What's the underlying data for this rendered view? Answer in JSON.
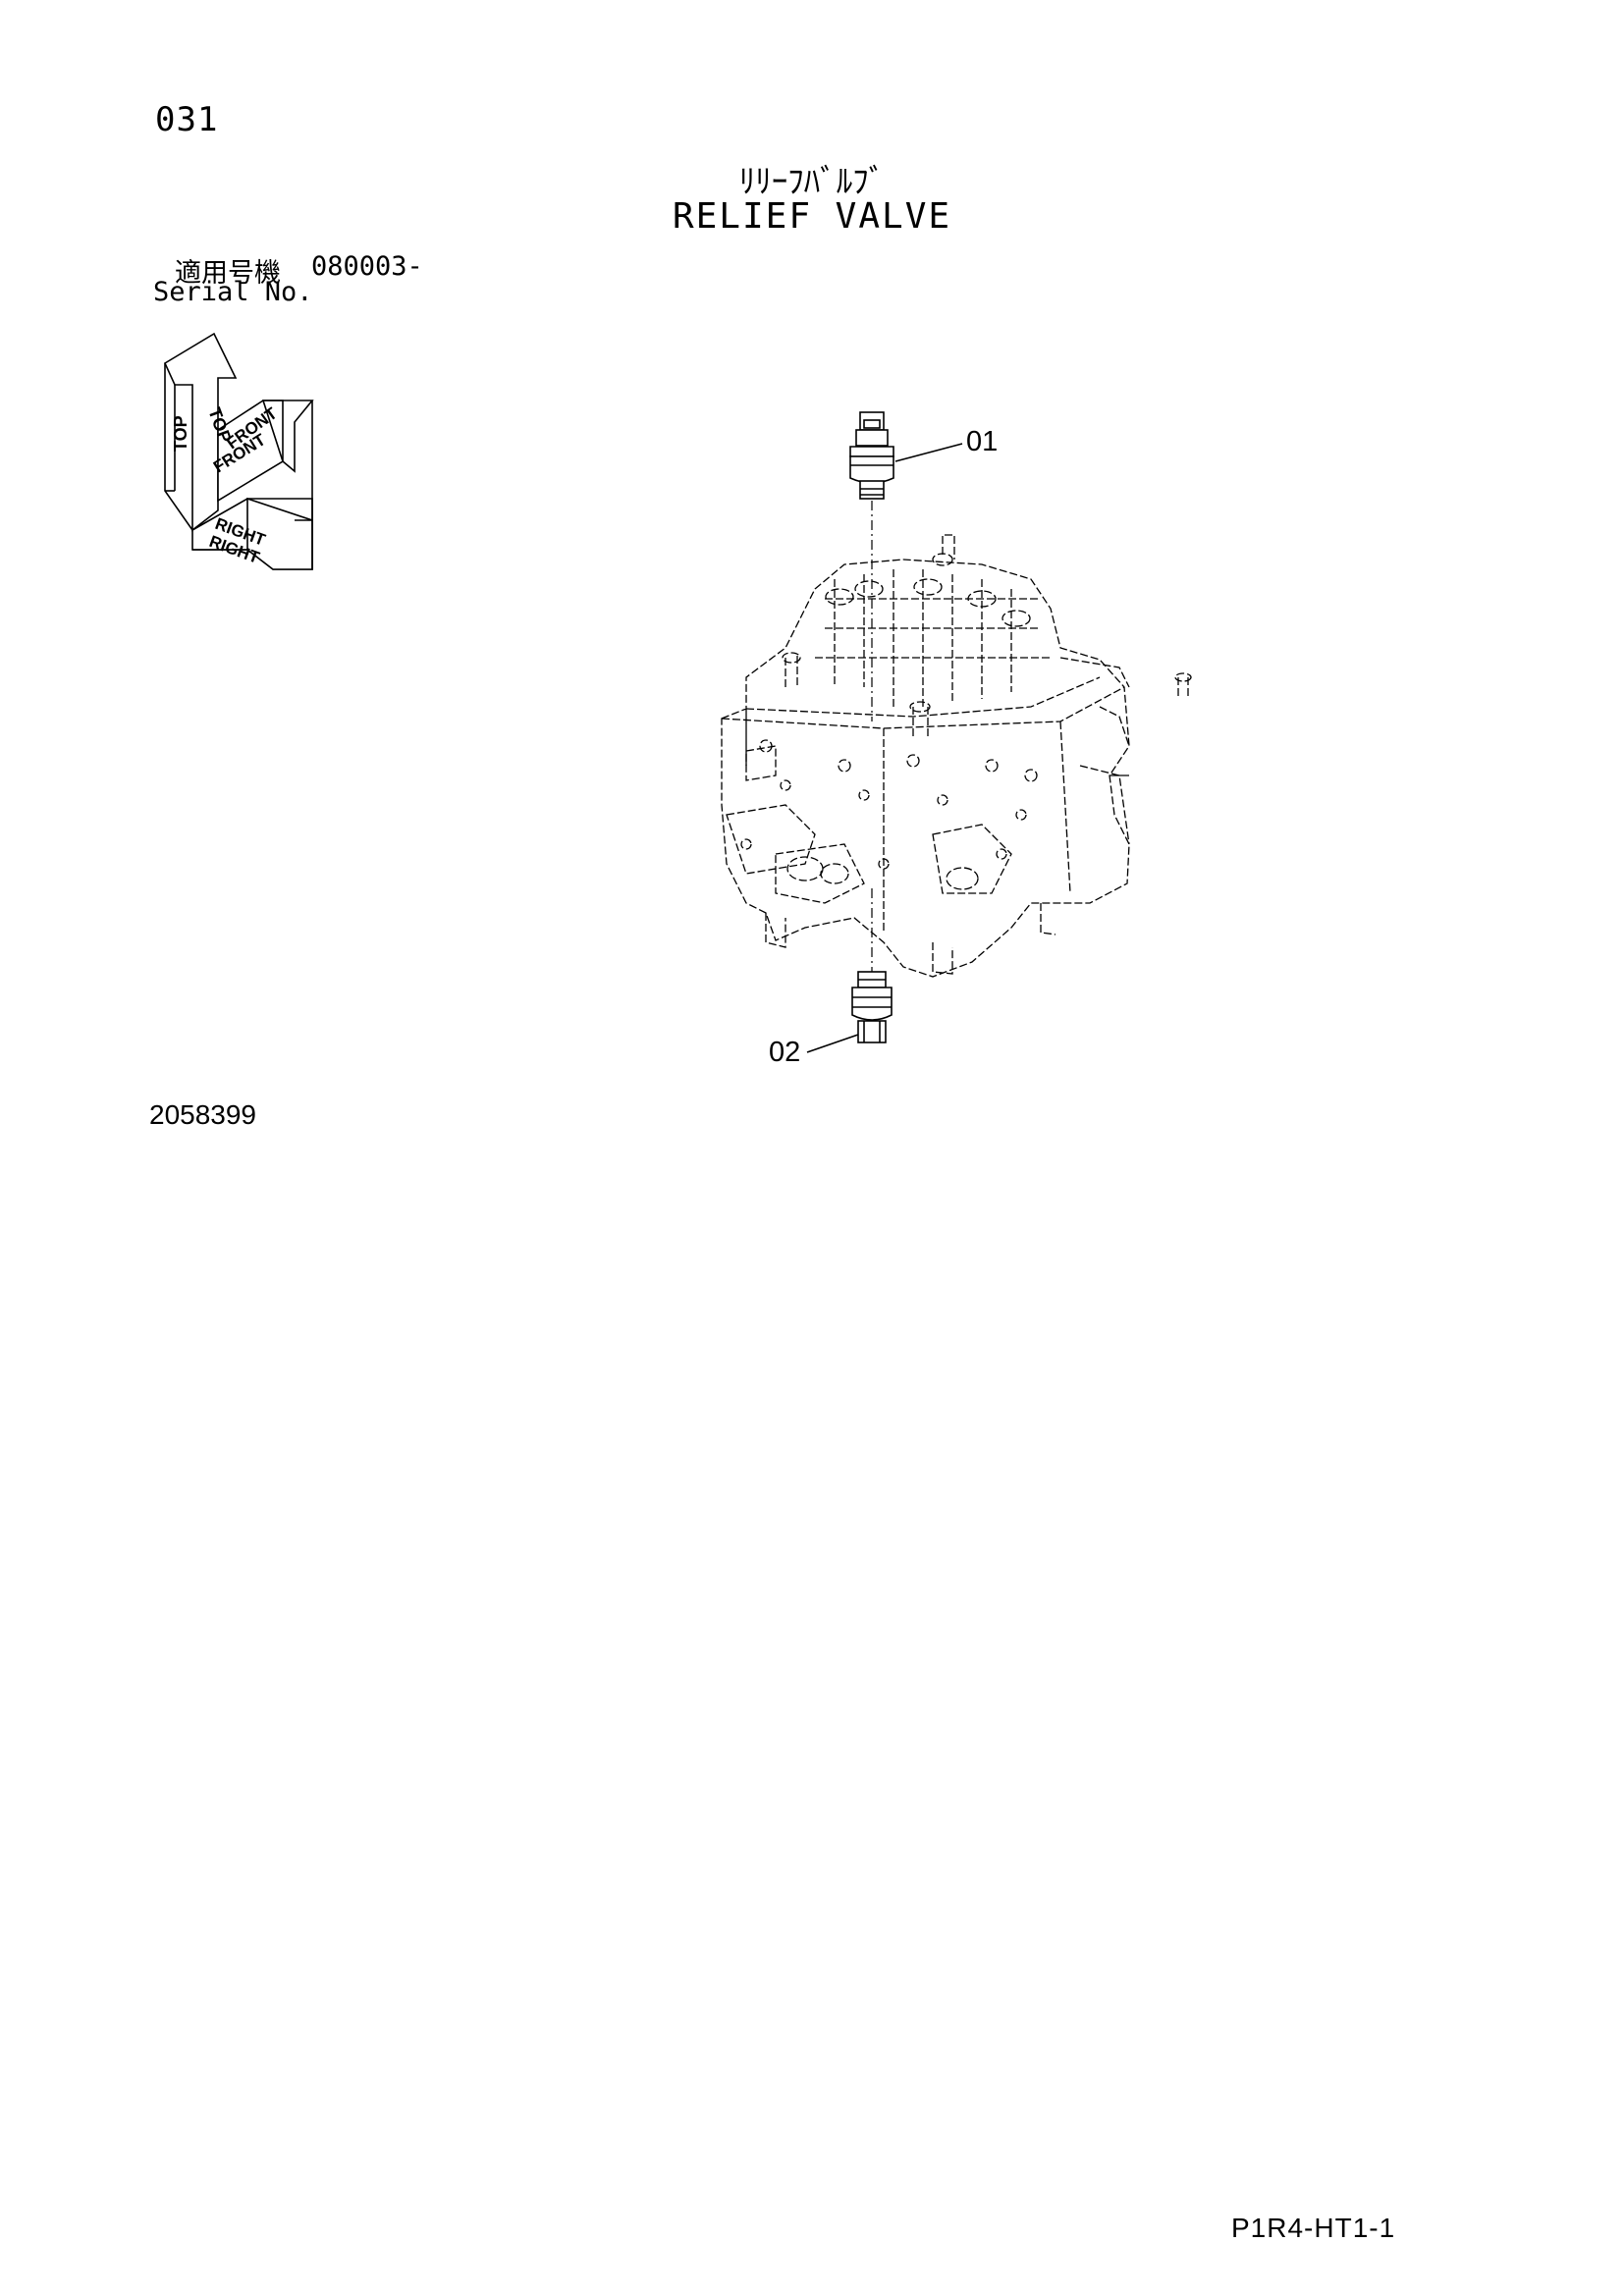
{
  "page": {
    "number": "031",
    "title_jp": "ﾘﾘｰﾌﾊﾞﾙﾌﾞ",
    "title_en": "RELIEF VALVE",
    "serial_label_jp": "適用号機",
    "serial_number": "080003-",
    "serial_label_en": "Serial No.",
    "figure_id": "2058399",
    "page_code": "P1R4-HT1-1"
  },
  "orientation_indicator": {
    "top": "TOP",
    "front": "FRONT",
    "right": "RIGHT"
  },
  "callouts": [
    {
      "id": "01"
    },
    {
      "id": "02"
    }
  ]
}
